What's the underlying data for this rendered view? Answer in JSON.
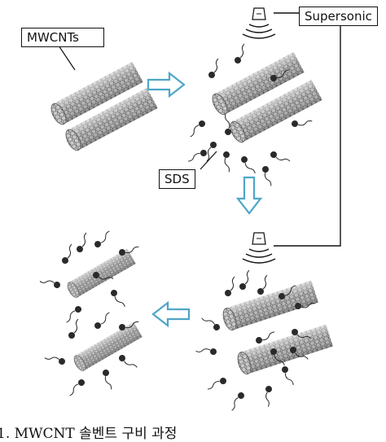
{
  "labels": {
    "mwcnt": "MWCNTs",
    "supersonic": "Supersonic",
    "sds": "SDS"
  },
  "caption": "1. MWCNT  솔벤트 구비 과정",
  "colors": {
    "arrow": "#4da6c9",
    "line": "#111111",
    "tube": "#9a9a9a",
    "surfactant": "#2a2a2a"
  },
  "icons": [
    "ultrasonic-transducer-icon",
    "ultrasonic-transducer-icon"
  ]
}
